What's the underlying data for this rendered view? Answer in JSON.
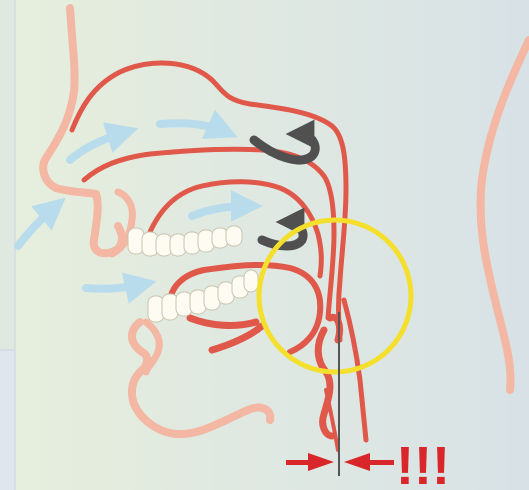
{
  "diagram": {
    "alert_label": "!!!",
    "colors": {
      "panel_background_left": "#e4ecdf",
      "panel_background_right": "#d9e3e6",
      "outer_background": "#dde5ee",
      "skin_outline": "#f3b7a3",
      "airway_wall": "#e0584a",
      "airflow_arrow": "#b9dcec",
      "reflux_arrow": "#505050",
      "highlight_circle": "#f4e02c",
      "teeth": "#fdfbf2",
      "alert_red": "#d8262a",
      "marker_line": "#555555"
    },
    "icons": {
      "airflow": "curved-arrow",
      "obstruction": "hook-arrow",
      "narrowing": "pinch-arrows"
    }
  }
}
